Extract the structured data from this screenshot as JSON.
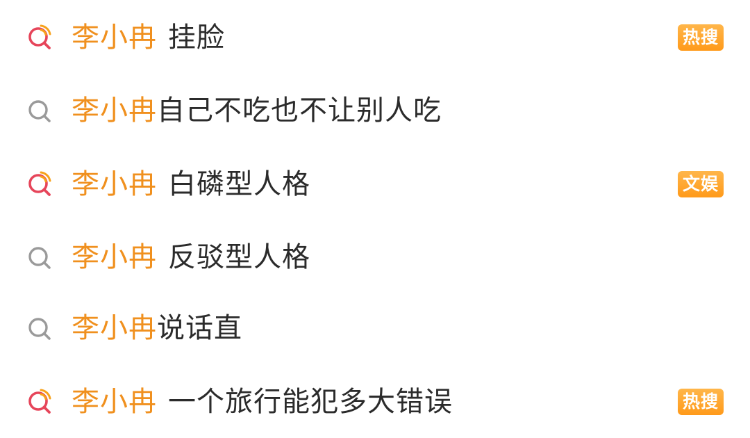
{
  "colors": {
    "keyword": "#f0901e",
    "text": "#2b2b2b",
    "hot_icon_red": "#e6455a",
    "hot_icon_orange": "#f7a21b",
    "plain_icon": "#9a9a9a",
    "badge": "#ff9a1a"
  },
  "suggestions": [
    {
      "icon": "hot-search-icon",
      "keyword": "李小冉",
      "rest": "挂脸",
      "spaced": true,
      "badge": "热搜"
    },
    {
      "icon": "search-icon",
      "keyword": "李小冉",
      "rest": "自己不吃也不让别人吃",
      "spaced": false,
      "badge": ""
    },
    {
      "icon": "hot-search-icon",
      "keyword": "李小冉",
      "rest": "白磷型人格",
      "spaced": true,
      "badge": "文娱"
    },
    {
      "icon": "search-icon",
      "keyword": "李小冉",
      "rest": "反驳型人格",
      "spaced": true,
      "badge": ""
    },
    {
      "icon": "search-icon",
      "keyword": "李小冉",
      "rest": "说话直",
      "spaced": false,
      "badge": ""
    },
    {
      "icon": "hot-search-icon",
      "keyword": "李小冉",
      "rest": "一个旅行能犯多大错误",
      "spaced": true,
      "badge": "热搜"
    }
  ]
}
